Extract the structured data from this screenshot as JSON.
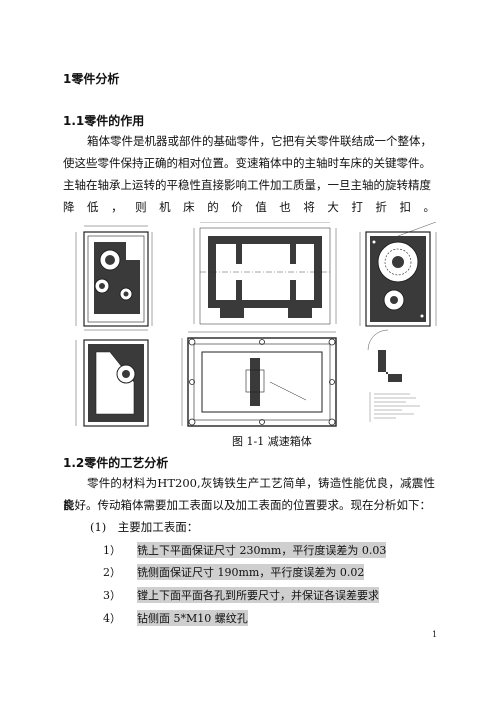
{
  "heading1": "1零件分析",
  "section_1_1": {
    "title": "1.1零件的作用",
    "lines": [
      "箱体零件是机器或部件的基础零件，它把有关零件联结成一个整体，",
      "使这些零件保持正确的相对位置。变速箱体中的主轴时车床的关键零件。",
      "主轴在轴承上运转的平稳性直接影响工件加工质量，一旦主轴的旋转精度"
    ],
    "last_line": [
      "降",
      "低",
      "，",
      "则",
      "机",
      "床",
      "的",
      "价",
      "值",
      "也",
      "将",
      "大",
      "打",
      "折",
      "扣",
      "。"
    ]
  },
  "figure_caption": "图 1-1 减速箱体",
  "section_1_2": {
    "title": "1.2零件的工艺分析",
    "lines": [
      "零件的材料为HT200,灰铸铁生产工艺简单，铸造性能优良，减震性能",
      "良好。传动箱体需要加工表面以及加工表面的位置要求。现在分析如下：",
      "(1)　主要加工表面："
    ],
    "items": [
      {
        "num": "1）",
        "text": "铣上下平面保证尺寸 230mm，平行度误差为 0.03"
      },
      {
        "num": "2）",
        "text": "铣侧面保证尺寸 190mm，平行度误差为 0.02"
      },
      {
        "num": "3）",
        "text": "镗上下面平面各孔到所要尺寸，并保证各误差要求"
      },
      {
        "num": "4）",
        "text": "钻侧面 5*M10 螺纹孔"
      }
    ]
  },
  "page_number": "1"
}
